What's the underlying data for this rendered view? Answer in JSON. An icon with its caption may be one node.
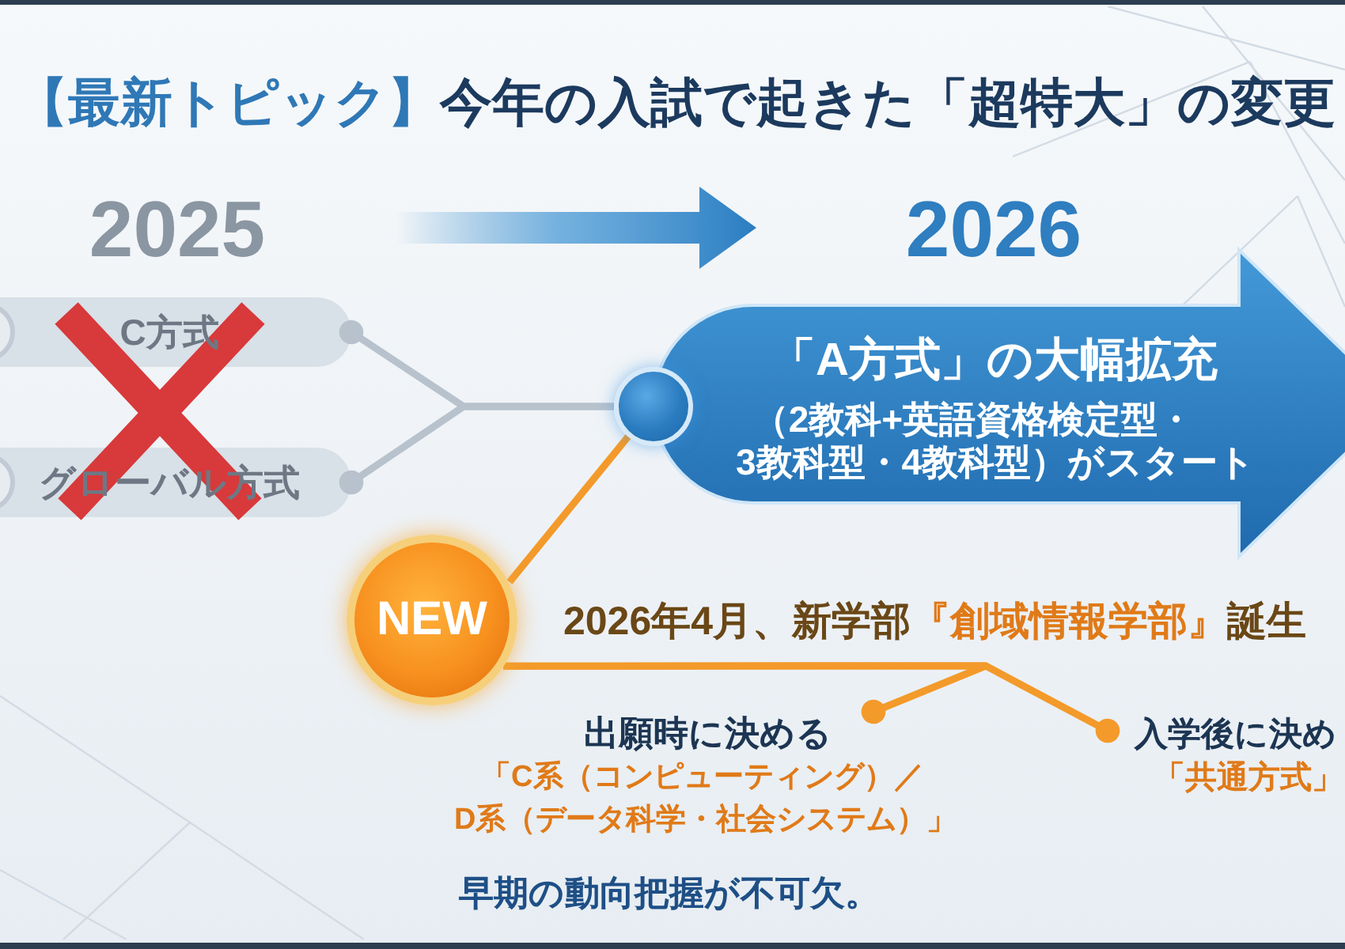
{
  "diagram": {
    "title": "**【最新トピック】**今年の入試で起きた「超特大」の変更",
    "nodes": [
      {
        "text": [
          "C方式"
        ]
      },
      {
        "text": [
          "グローバル方式"
        ]
      },
      {
        "text": [],
        "shape": "circle"
      },
      {
        "text": [
          "「A方式」の大幅拡充",
          "（2教科+英語資格検定型・3教科型・4教科型）がスタート"
        ]
      },
      {
        "text": [
          "NEW"
        ],
        "beside": [
          "2026年4月、新学部**『創域情報学部』**誕生"
        ]
      },
      {
        "text": [
          "出願時に決める",
          "「C系（コンピューティング）／D系（データ科学・社会システム）」"
        ]
      },
      {
        "text": [
          "入学後に決め",
          "「共通方式」"
        ]
      }
    ],
    "edges": [
      {
        "from": 0,
        "to": 2,
        "arrow": "other",
        "color": "#b7c2cd"
      },
      {
        "from": 1,
        "to": 2,
        "arrow": "other",
        "color": "#b7c2cd"
      },
      {
        "from": 4,
        "to": 2,
        "arrow": "none"
      },
      {
        "from": 5,
        "to": 4,
        "arrow": "other"
      },
      {
        "from": 6,
        "to": 4,
        "arrow": "other"
      }
    ],
    "labels": [
      "2025",
      "2026",
      "早期の動向把握が不可欠。"
    ]
  }
}
